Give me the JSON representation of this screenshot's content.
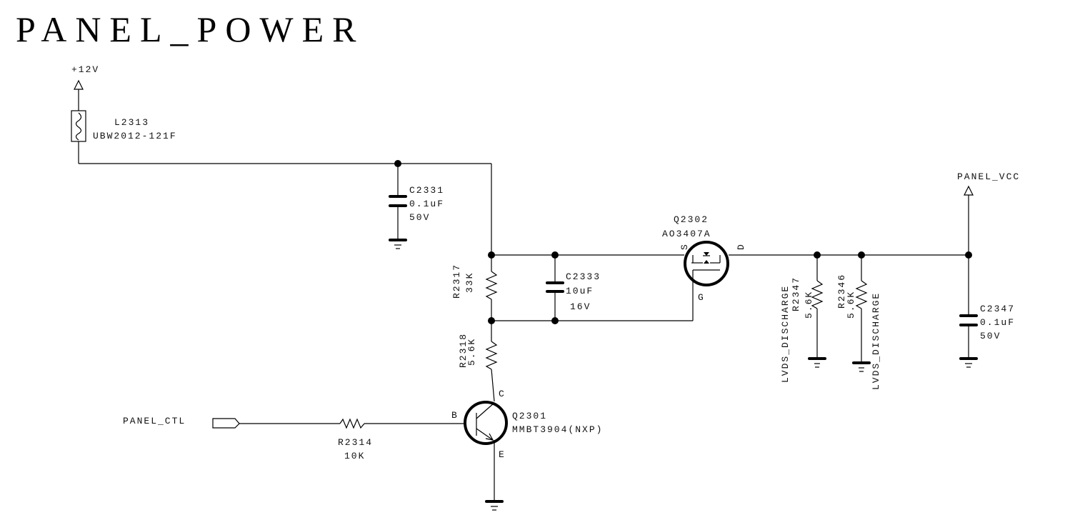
{
  "title": "PANEL_POWER",
  "nets": {
    "vin": "+12V",
    "vout": "PANEL_VCC",
    "ctl": "PANEL_CTL",
    "discharge1": "LVDS_DISCHARGE",
    "discharge2": "LVDS_DISCHARGE"
  },
  "components": {
    "l2313": {
      "ref": "L2313",
      "value": "UBW2012-121F"
    },
    "c2331": {
      "ref": "C2331",
      "value": "0.1uF",
      "rating": "50V"
    },
    "r2317": {
      "ref": "R2317",
      "value": "33K"
    },
    "c2333": {
      "ref": "C2333",
      "value": "10uF",
      "rating": "16V"
    },
    "q2302": {
      "ref": "Q2302",
      "value": "AO3407A",
      "pins": {
        "s": "S",
        "d": "D",
        "g": "G"
      }
    },
    "r2347": {
      "ref": "R2347",
      "value": "5.6K"
    },
    "r2346": {
      "ref": "R2346",
      "value": "5.6K"
    },
    "c2347": {
      "ref": "C2347",
      "value": "0.1uF",
      "rating": "50V"
    },
    "r2318": {
      "ref": "R2318",
      "value": "5.6K"
    },
    "q2301": {
      "ref": "Q2301",
      "value": "MMBT3904(NXP)",
      "pins": {
        "b": "B",
        "c": "C",
        "e": "E"
      }
    },
    "r2314": {
      "ref": "R2314",
      "value": "10K"
    }
  }
}
